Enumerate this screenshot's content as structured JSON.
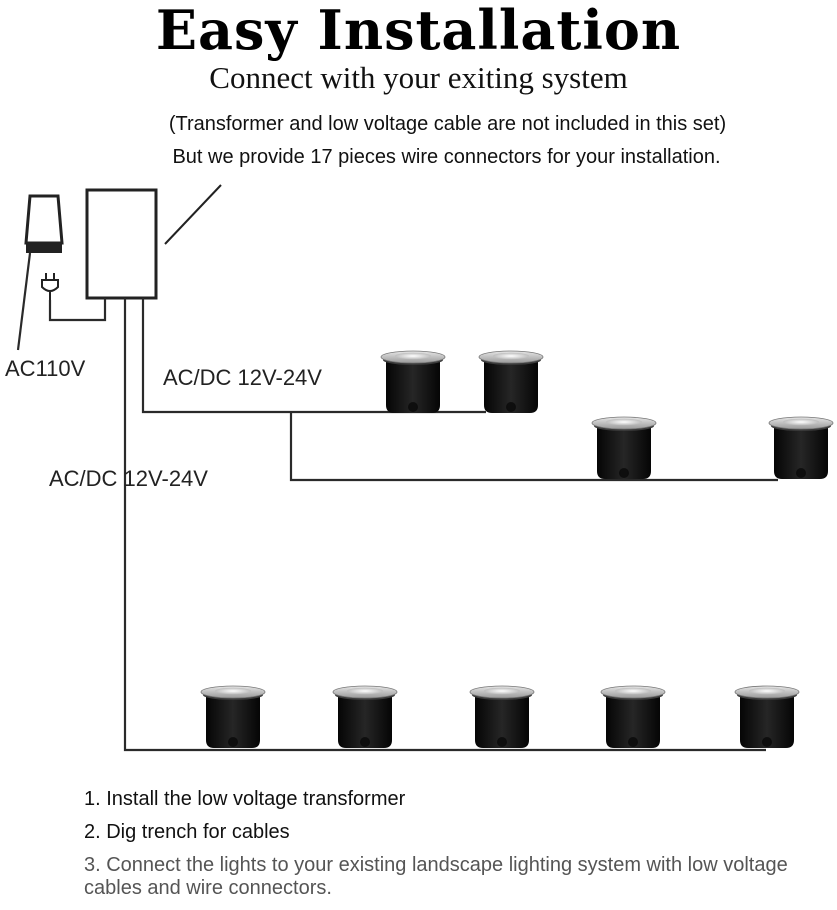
{
  "header": {
    "title": "Easy Installation",
    "subtitle": "Connect with your exiting system",
    "note_line1": "(Transformer and low voltage cable are not included in this set)",
    "note_line2": "But we provide 17 pieces wire connectors for your installation."
  },
  "diagram": {
    "mains_label": "AC110V",
    "branch_voltage_label": "AC/DC 12V-24V",
    "trunk_voltage_label": "AC/DC 12V-24V",
    "upper_lights_count": 4,
    "lower_lights_count": 5,
    "icons": [
      "wall-socket-icon",
      "plug-icon",
      "transformer-box-icon",
      "ground-light-icon"
    ],
    "colors": {
      "wire": "#2a2a2a",
      "light_body": "#111111",
      "light_rim": "#c8c8c8"
    }
  },
  "steps": [
    "1. Install the low voltage transformer",
    "2. Dig trench for cables",
    "3. Connect the lights to your existing landscape lighting system with low voltage cables and wire connectors."
  ]
}
